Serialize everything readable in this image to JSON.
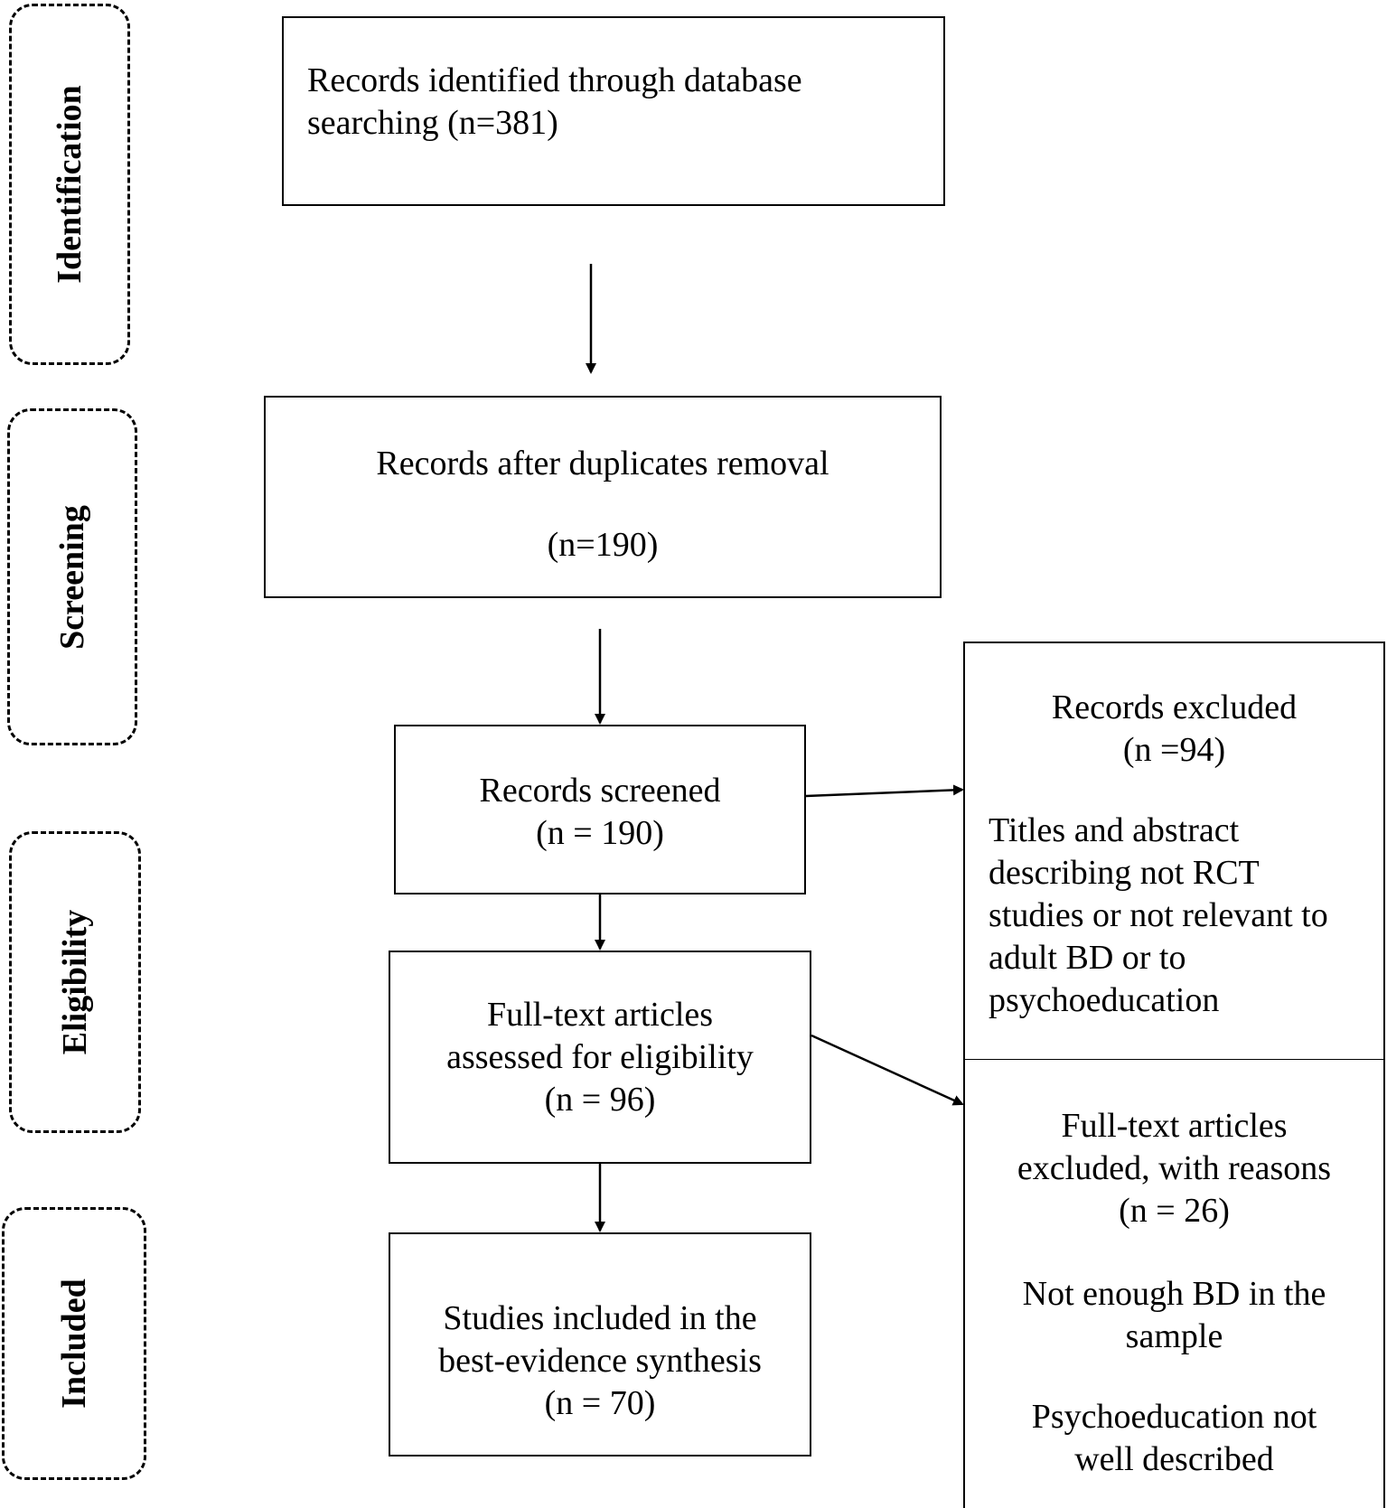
{
  "stages": {
    "identification": "Identification",
    "screening": "Screening",
    "eligibility": "Eligibility",
    "included": "Included"
  },
  "boxes": {
    "identified": {
      "line1": "Records identified through database",
      "line2": "searching (n=381)"
    },
    "after_duplicates": {
      "line1": "Records after duplicates removal",
      "line2": "(n=190)"
    },
    "screened": {
      "line1": "Records screened",
      "line2": "(n = 190)"
    },
    "full_text": {
      "line1": "Full-text articles",
      "line2": "assessed for eligibility",
      "line3": "(n = 96)"
    },
    "included": {
      "line1": "Studies included in the",
      "line2": "best-evidence synthesis",
      "line3": "(n = 70)"
    },
    "records_excluded": {
      "title": "Records excluded",
      "count": "(n =94)",
      "reason_lines": [
        "Titles and abstract",
        "describing not RCT",
        "studies or not relevant to",
        "adult BD or to",
        "psychoeducation"
      ]
    },
    "full_text_excluded": {
      "title_line1": "Full-text articles",
      "title_line2": "excluded, with reasons",
      "count": "(n = 26)",
      "reason1_line1": "Not enough BD in the",
      "reason1_line2": "sample",
      "reason2_line1": "Psychoeducation not",
      "reason2_line2": "well described"
    }
  }
}
